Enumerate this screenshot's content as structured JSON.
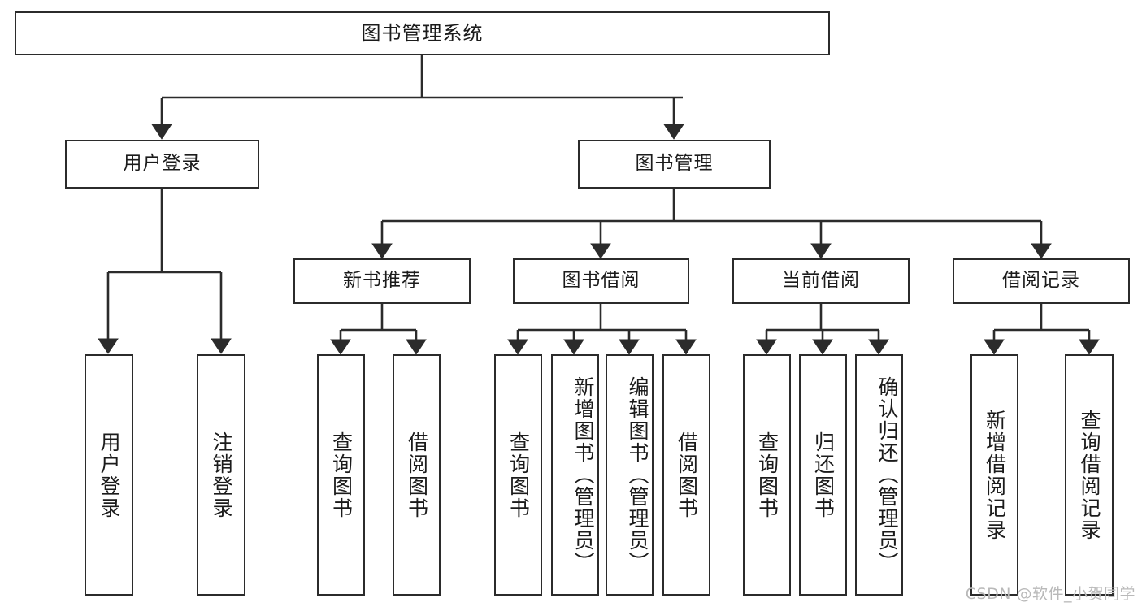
{
  "diagram": {
    "title": "图书管理系统",
    "type": "功能结构图",
    "root": {
      "id": "root",
      "label": "图书管理系统"
    },
    "level2": [
      {
        "id": "user-login",
        "label": "用户登录"
      },
      {
        "id": "book-manage",
        "label": "图书管理"
      }
    ],
    "level3": [
      {
        "id": "new-book-recommend",
        "label": "新书推荐",
        "parent": "book-manage"
      },
      {
        "id": "book-borrow",
        "label": "图书借阅",
        "parent": "book-manage"
      },
      {
        "id": "current-borrow",
        "label": "当前借阅",
        "parent": "book-manage"
      },
      {
        "id": "borrow-record",
        "label": "借阅记录",
        "parent": "book-manage"
      }
    ],
    "leaves": [
      {
        "id": "leaf-user-login",
        "label": "用户登录",
        "parent": "user-login"
      },
      {
        "id": "leaf-user-logout",
        "label": "注销登录",
        "parent": "user-login"
      },
      {
        "id": "leaf-query-book-1",
        "label": "查询图书",
        "parent": "new-book-recommend"
      },
      {
        "id": "leaf-borrow-book-1",
        "label": "借阅图书",
        "parent": "new-book-recommend"
      },
      {
        "id": "leaf-query-book-2",
        "label": "查询图书",
        "parent": "book-borrow"
      },
      {
        "id": "leaf-add-book",
        "label": "新增图书（管理员）",
        "parent": "book-borrow"
      },
      {
        "id": "leaf-edit-book",
        "label": "编辑图书（管理员）",
        "parent": "book-borrow"
      },
      {
        "id": "leaf-borrow-book-2",
        "label": "借阅图书",
        "parent": "book-borrow"
      },
      {
        "id": "leaf-query-book-3",
        "label": "查询图书",
        "parent": "current-borrow"
      },
      {
        "id": "leaf-return-book",
        "label": "归还图书",
        "parent": "current-borrow"
      },
      {
        "id": "leaf-confirm-return",
        "label": "确认归还（管理员）",
        "parent": "current-borrow"
      },
      {
        "id": "leaf-add-record",
        "label": "新增借阅记录",
        "parent": "borrow-record"
      },
      {
        "id": "leaf-query-record",
        "label": "查询借阅记录",
        "parent": "borrow-record"
      }
    ],
    "colors": {
      "border": "#2b2b2b",
      "background": "#ffffff",
      "text": "#1b1b1b",
      "watermark": "#b9b9b9"
    }
  },
  "watermark": {
    "text": "CSDN @软件_小贺同学"
  }
}
